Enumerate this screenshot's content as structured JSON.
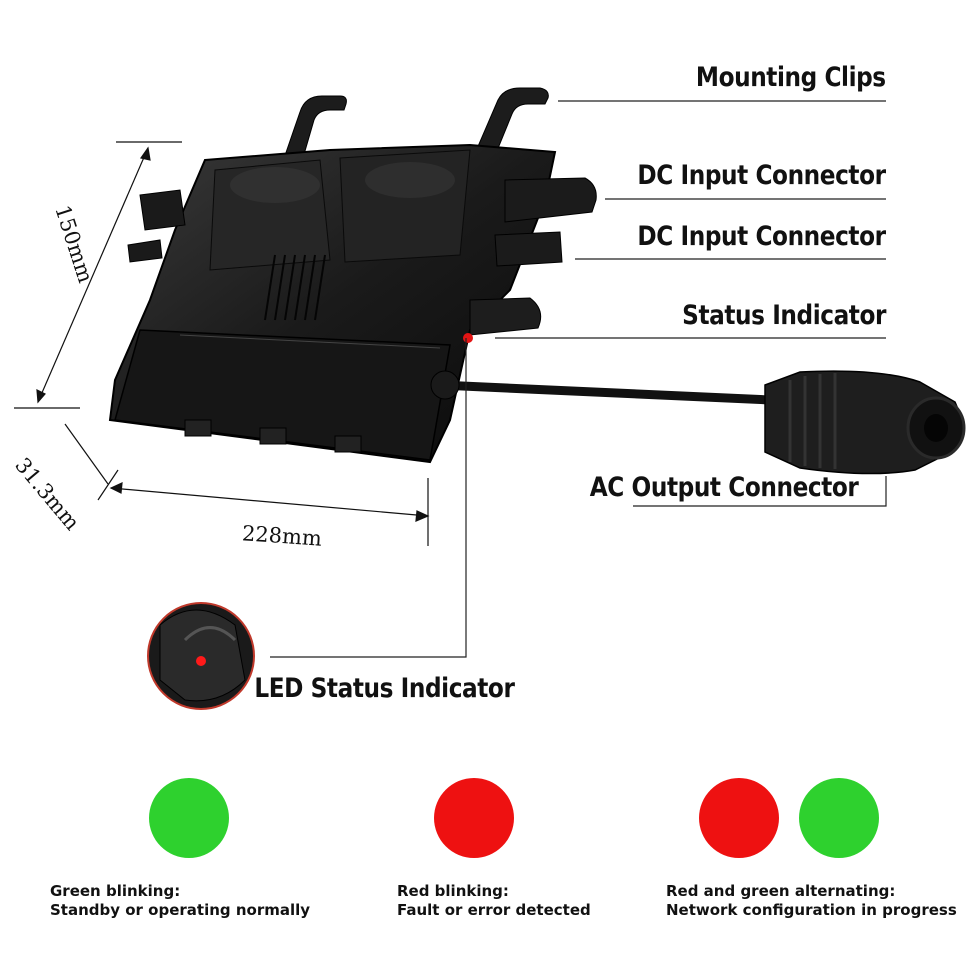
{
  "callouts": {
    "mounting_clips": "Mounting Clips",
    "dc_input_1": "DC Input Connector",
    "dc_input_2": "DC Input Connector",
    "status_indicator": "Status Indicator",
    "ac_output": "AC Output Connector",
    "led_status": "LED Status Indicator"
  },
  "dimensions": {
    "height": "150mm",
    "depth": "31.3mm",
    "width": "228mm"
  },
  "legend": [
    {
      "colors": [
        "#2ed12e"
      ],
      "title": "Green blinking:",
      "description": "Standby or operating normally"
    },
    {
      "colors": [
        "#ee1111"
      ],
      "title": "Red blinking:",
      "description": "Fault or error detected"
    },
    {
      "colors": [
        "#ee1111",
        "#2ed12e"
      ],
      "title": "Red and green alternating:",
      "description": "Network configuration in progress"
    }
  ]
}
